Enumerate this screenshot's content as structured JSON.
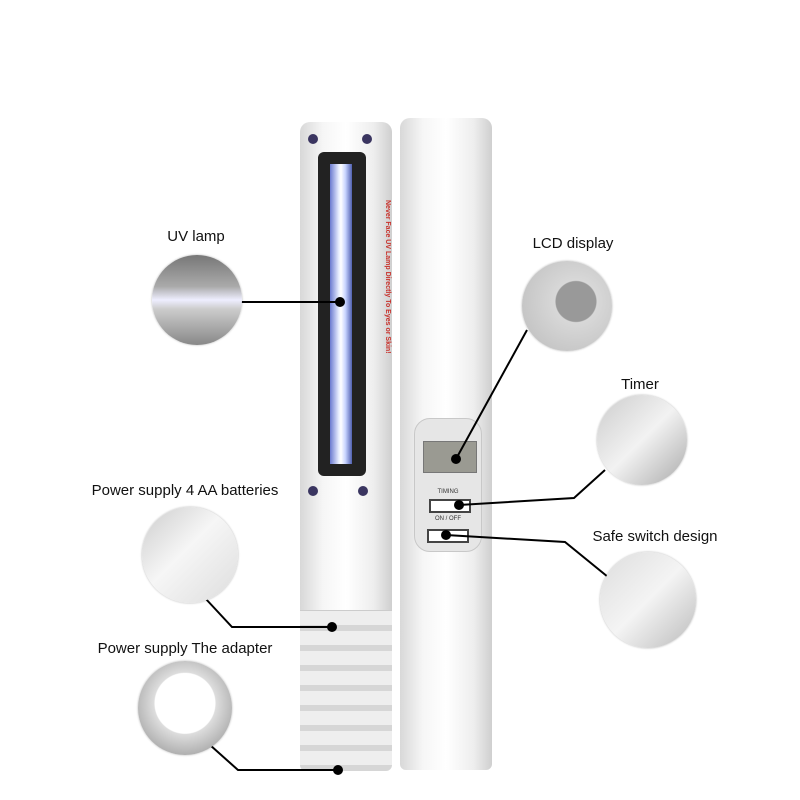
{
  "callouts": {
    "uv_lamp": "UV lamp",
    "lcd_display": "LCD display",
    "timer": "Timer",
    "safe_switch": "Safe switch design",
    "batteries": "Power supply 4 AA batteries",
    "adapter": "Power supply The adapter"
  },
  "device": {
    "warning_line1": "Never Face UV Lamp Directly To Eyes or Skin!",
    "timing_label": "TIMING",
    "onoff_label": "ON / OFF"
  },
  "colors": {
    "uv_glow": "#b8c8ff",
    "frame": "#2a2a3a",
    "warning": "#c8302a",
    "leader": "#000000"
  }
}
